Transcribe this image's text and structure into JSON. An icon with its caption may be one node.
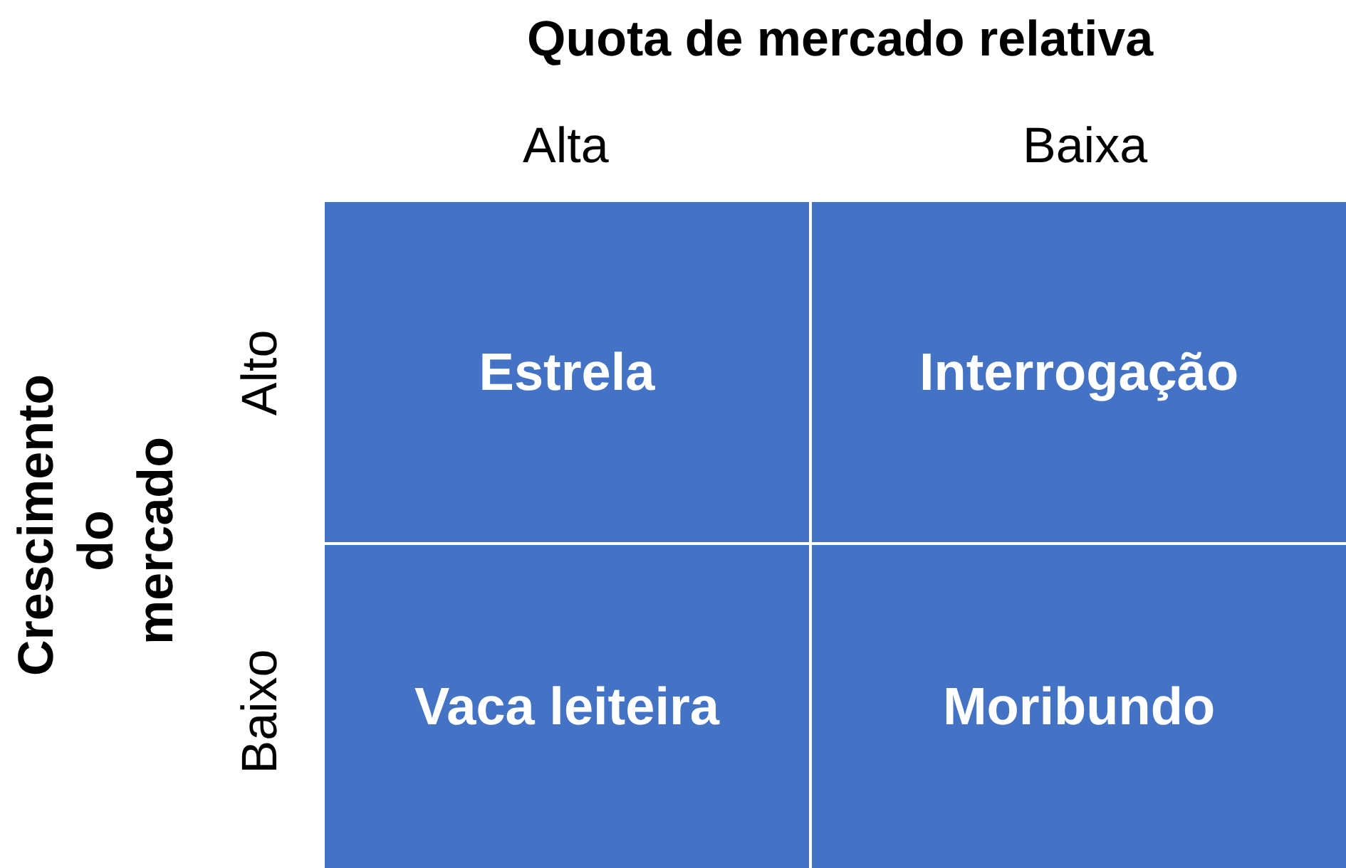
{
  "diagram": {
    "nodes": [
      {
        "text": [
          "Estrela"
        ]
      },
      {
        "text": [
          "Interrogação"
        ]
      },
      {
        "text": [
          "Vaca leiteira"
        ]
      },
      {
        "text": [
          "Moribundo"
        ]
      }
    ],
    "labels": [
      "Quota de mercado relativa",
      "Alta",
      "Baixa",
      "Crescimento do mercado",
      "Alto",
      "Baixo"
    ]
  }
}
